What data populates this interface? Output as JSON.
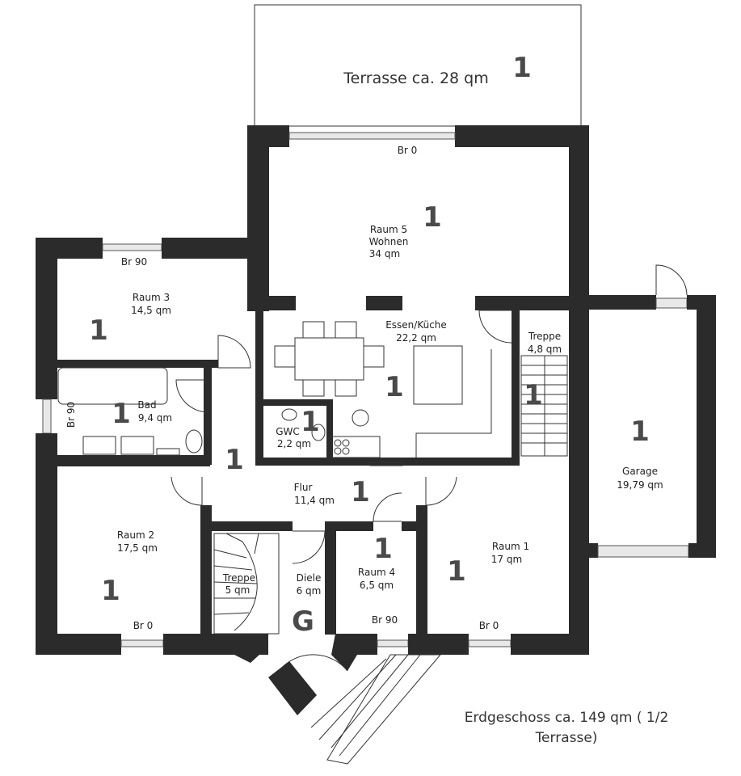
{
  "terrace": {
    "label": "Terrasse ca. 28 qm",
    "marker": "1"
  },
  "caption": {
    "line1": "Erdgeschoss ca. 149 qm ( 1/2",
    "line2": "Terrasse)"
  },
  "rooms": {
    "wohnen": {
      "name": "Raum 5",
      "sub": "Wohnen",
      "area": "34 qm",
      "marker": "1",
      "window": "Br 0"
    },
    "raum3": {
      "name": "Raum 3",
      "area": "14,5 qm",
      "marker": "1",
      "window": "Br 90"
    },
    "essen": {
      "name": "Essen/Küche",
      "area": "22,2 qm",
      "marker": "1"
    },
    "treppe_top": {
      "name": "Treppe",
      "area": "4,8 qm",
      "marker": "1"
    },
    "bad": {
      "name": "Bad",
      "area": "9,4 qm",
      "marker": "1",
      "window": "Br 90"
    },
    "gwc": {
      "name": "GWC",
      "area": "2,2 qm",
      "marker": "1"
    },
    "garage": {
      "name": "Garage",
      "area": "19,79 qm",
      "marker": "1"
    },
    "flur": {
      "name": "Flur",
      "area": "11,4 qm",
      "marker": "1"
    },
    "flur_small_marker": "1",
    "raum2": {
      "name": "Raum 2",
      "area": "17,5 qm",
      "marker": "1",
      "window": "Br 0"
    },
    "treppe_bottom": {
      "name": "Treppe",
      "area": "5 qm"
    },
    "diele": {
      "name": "Diele",
      "area": "6 qm",
      "marker": "G"
    },
    "raum4": {
      "name": "Raum 4",
      "area": "6,5 qm",
      "marker": "1",
      "window": "Br 90"
    },
    "raum1": {
      "name": "Raum 1",
      "area": "17 qm",
      "marker": "1",
      "window": "Br 0"
    }
  }
}
